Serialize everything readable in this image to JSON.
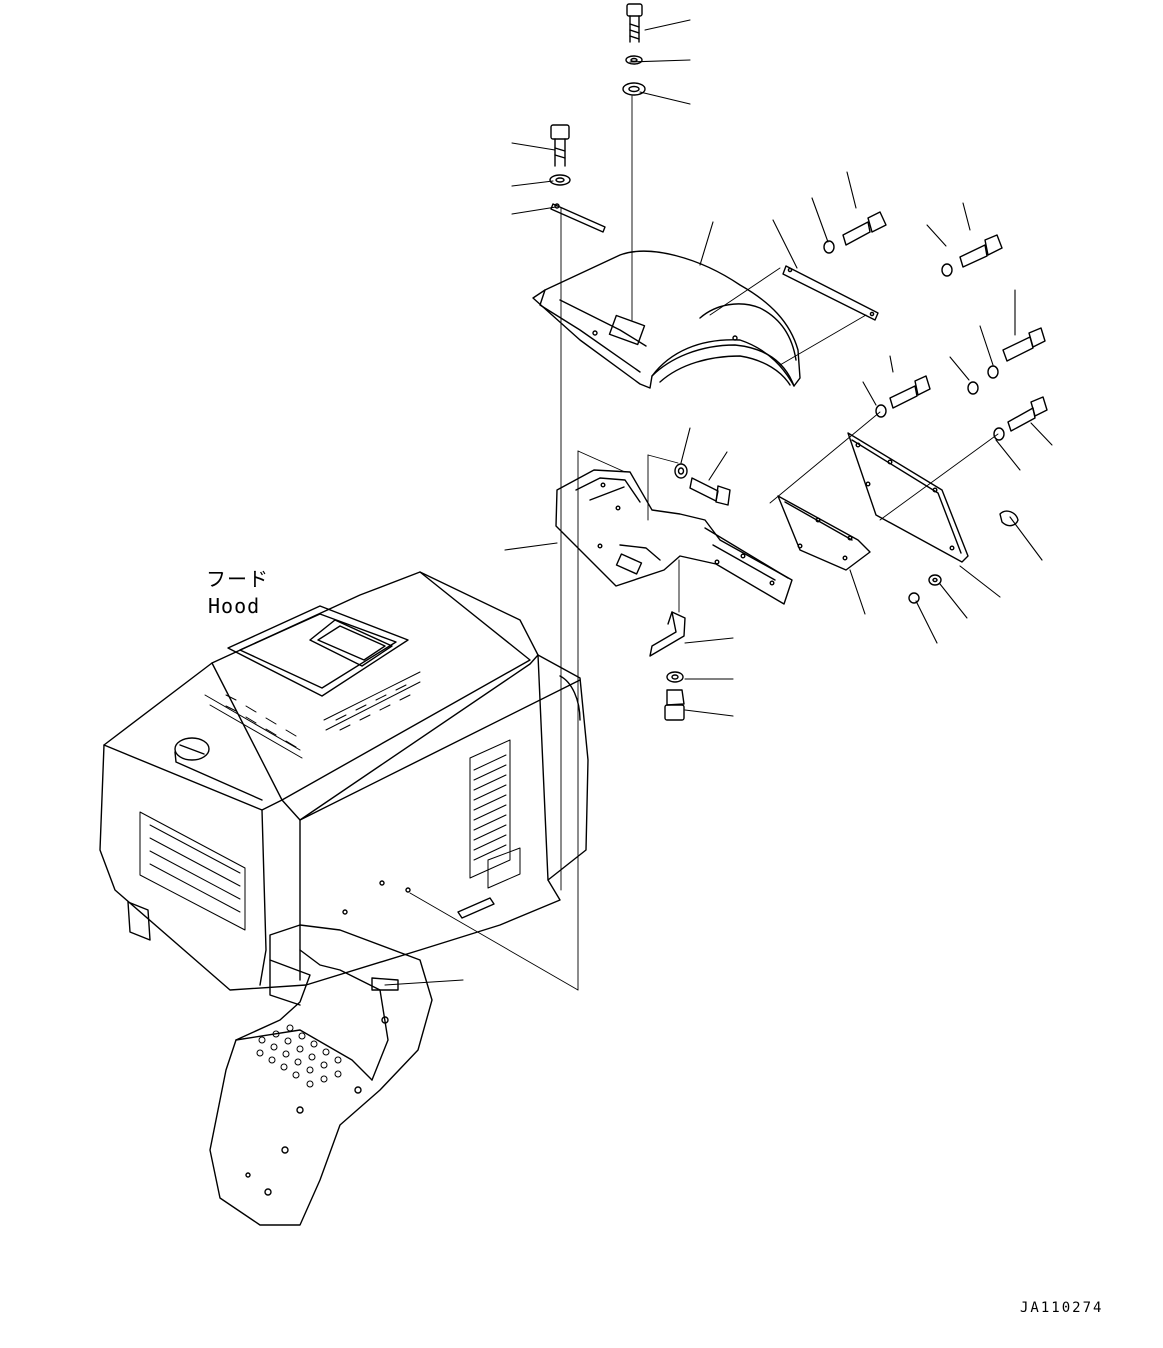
{
  "labels": {
    "hood_jp": "フード",
    "hood_en": "Hood"
  },
  "drawing_code": "JA110274",
  "colors": {
    "ink": "#000000",
    "paper": "#ffffff"
  }
}
